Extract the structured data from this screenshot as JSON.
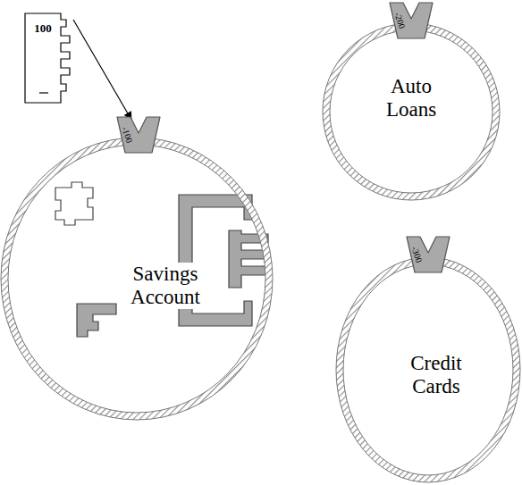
{
  "diagram": {
    "nodes": [
      {
        "text": [
          "Savings Account"
        ]
      },
      {
        "text": [
          "Auto Loans"
        ]
      },
      {
        "text": [
          "Credit Cards"
        ]
      }
    ],
    "labels": [
      "100",
      "-100",
      "-200",
      "-300"
    ]
  }
}
